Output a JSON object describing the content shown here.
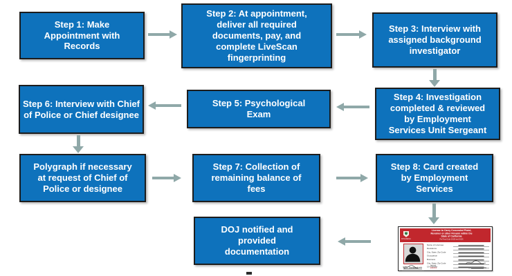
{
  "colors": {
    "box_fill": "#0E72BC",
    "box_border": "#1C1C1C",
    "box_text": "#FFFFFF",
    "arrow": "#8FA8A8",
    "card_red": "#C1272D",
    "background": "#FFFFFF"
  },
  "flowchart": {
    "step1": {
      "label": "Step 1: Make Appointment with Records"
    },
    "step2": {
      "label": "Step 2: At appointment, deliver all required documents, pay, and complete LiveScan fingerprinting"
    },
    "step3": {
      "label": "Step 3: Interview with assigned background investigator"
    },
    "step4": {
      "label": "Step 4: Investigation completed & reviewed by Employment Services Unit Sergeant"
    },
    "step5": {
      "label": "Step 5: Psychological Exam"
    },
    "step6": {
      "label": "Step 6: Interview with Chief of Police or Chief designee"
    },
    "polygraph": {
      "label": "Polygraph if necessary at request of Chief of Police or designee"
    },
    "step7": {
      "label": "Step 7: Collection of remaining balance of fees"
    },
    "step8": {
      "label": "Step 8: Card created by Employment Services"
    },
    "doj": {
      "label": "DOJ notified and provided documentation"
    }
  },
  "card": {
    "title_lines": [
      "License to Carry Concealed Pistol,",
      "Revolver or other Firearm within the",
      "State of California"
    ],
    "title_note": "Per Penal Code 26150 and 26155",
    "agency": "PASADENA",
    "fields": [
      {
        "label": "Name of Licensee"
      },
      {
        "label": "Residence"
      },
      {
        "label": "City, State, Zip Code"
      },
      {
        "label": "Occupation"
      },
      {
        "label": "Business"
      },
      {
        "label": "City, State, Zip Code"
      },
      {
        "label": "CII Number"
      }
    ],
    "type_label": "Type: Standard",
    "issued_label": "Issued:",
    "expires_label": "Expires:"
  }
}
